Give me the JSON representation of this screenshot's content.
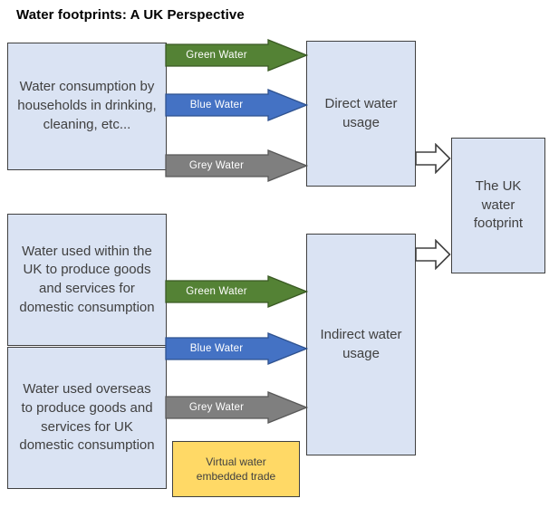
{
  "title": "Water footprints: A UK Perspective",
  "boxes": {
    "households": "Water consumption by households in drinking, cleaning, etc...",
    "direct_usage": "Direct water usage",
    "uk_footprint": "The UK water footprint",
    "within_uk": "Water used within the UK to produce goods and services for domestic consumption",
    "overseas": "Water used overseas to produce goods and services for UK domestic consumption",
    "indirect_usage": "Indirect water usage",
    "virtual_trade": "Virtual water embedded trade"
  },
  "arrow_labels": {
    "green": "Green Water",
    "blue": "Blue Water",
    "grey": "Grey Water"
  },
  "colors": {
    "green_arrow": "#548235",
    "green_arrow_border": "#3A5A24",
    "blue_arrow": "#4472C4",
    "blue_arrow_border": "#2F528F",
    "grey_arrow": "#7F7F7F",
    "grey_arrow_border": "#595959",
    "box_fill": "#DAE3F3",
    "box_border": "#404040",
    "yellow_fill": "#FFD966",
    "yellow_border": "#404040",
    "white_arrow_fill": "#FFFFFF",
    "white_arrow_border": "#404040",
    "text_color": "#404040"
  }
}
